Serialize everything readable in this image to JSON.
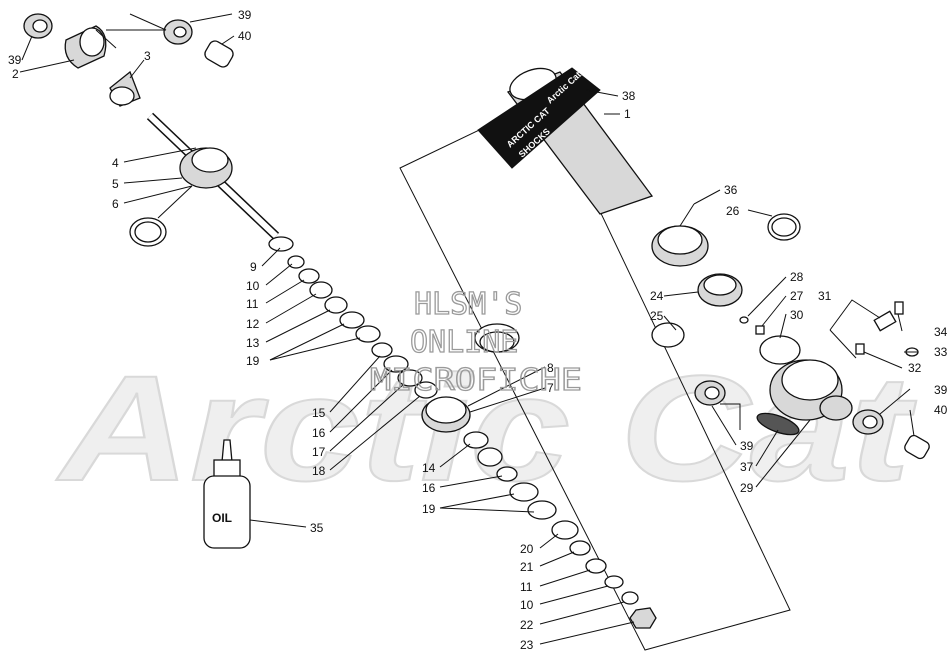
{
  "watermark": {
    "line1": "HLSM'S",
    "line2": "ONLINE",
    "line3": "MICROFICHE",
    "brand": "Arctic Cat"
  },
  "decal": {
    "brand": "ARCTIC CAT",
    "product": "SHOCKS",
    "logo": "Arctic Cat"
  },
  "oil_label": "OIL",
  "callouts": [
    "39",
    "2",
    "3",
    "39",
    "40",
    "4",
    "5",
    "6",
    "9",
    "10",
    "11",
    "12",
    "13",
    "19",
    "15",
    "16",
    "17",
    "18",
    "8",
    "7",
    "14",
    "16",
    "19",
    "20",
    "21",
    "11",
    "10",
    "22",
    "23",
    "35",
    "38",
    "1",
    "36",
    "26",
    "24",
    "25",
    "28",
    "27",
    "30",
    "31",
    "34",
    "33",
    "32",
    "39",
    "40",
    "39",
    "37",
    "29"
  ]
}
